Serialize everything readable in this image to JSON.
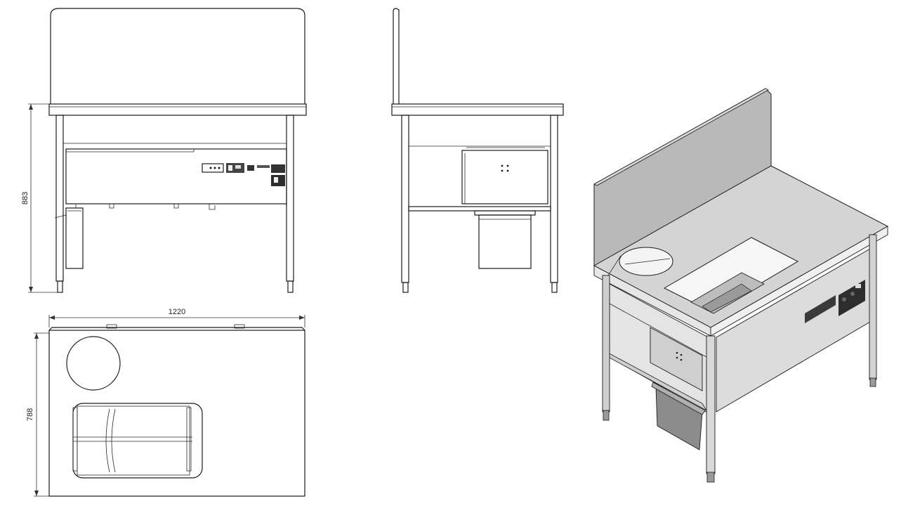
{
  "dimensions": {
    "height": "883",
    "width": "1220",
    "depth": "788"
  },
  "colors": {
    "line": "#1a1a1a",
    "steel_light": "#e6e6e6",
    "steel_mid": "#d2d2d2",
    "steel_dark": "#a8a8a8",
    "steel_shadow": "#8c8c8c"
  }
}
